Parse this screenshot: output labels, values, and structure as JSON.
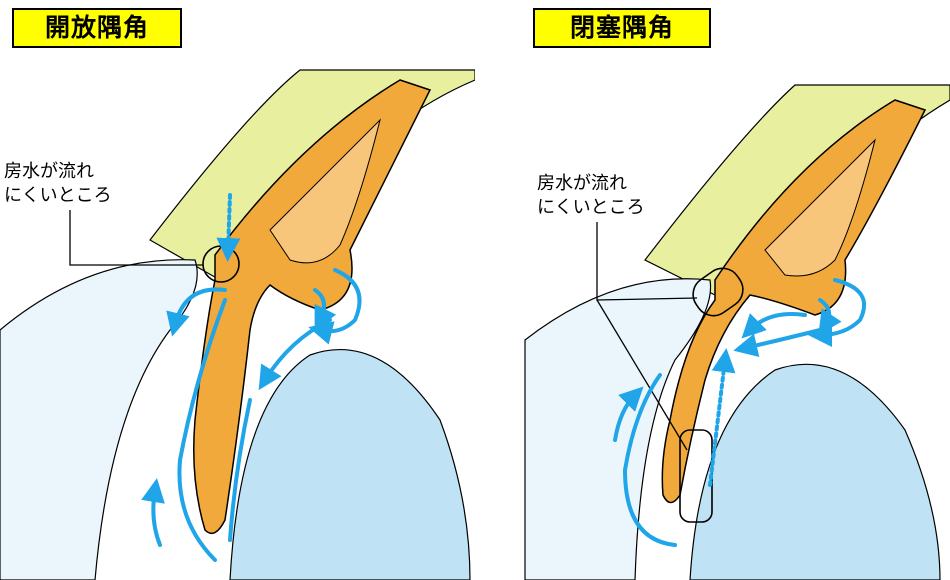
{
  "panels": {
    "open_angle": {
      "title": "開放隅角",
      "callout": {
        "line1": "房水が流れ",
        "line2": "にくいところ"
      }
    },
    "closed_angle": {
      "title": "閉塞隅角",
      "callout": {
        "line1": "房水が流れ",
        "line2": "にくいところ"
      }
    }
  },
  "colors": {
    "title_background": "#ffff00",
    "sclera": "#e8f0a0",
    "cornea": "#eaf6fb",
    "lens": "#bfe3f5",
    "iris_ciliary": "#f2a93b",
    "iris_ciliary_light": "#f7c67a",
    "aqueous_flow_arrow": "#1fa5e8"
  }
}
